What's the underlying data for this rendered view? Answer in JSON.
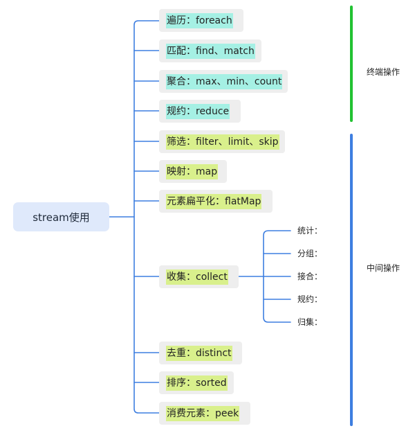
{
  "root": "stream使用",
  "terminal": {
    "label": "终端操作",
    "color": "#22c232",
    "items": [
      "遍历：foreach",
      "匹配：find、match",
      "聚合：max、min、count",
      "规约：reduce"
    ]
  },
  "intermediate": {
    "label": "中间操作",
    "color": "#3e7ee0",
    "items_top": [
      "筛选：filter、limit、skip",
      "映射：map",
      "元素扁平化：flatMap"
    ],
    "collect": {
      "label": "收集：collect",
      "children": [
        "统计：",
        "分组：",
        "接合：",
        "规约：",
        "归集："
      ]
    },
    "items_bottom": [
      "去重：distinct",
      "排序：sorted",
      "消费元素：peek"
    ]
  }
}
